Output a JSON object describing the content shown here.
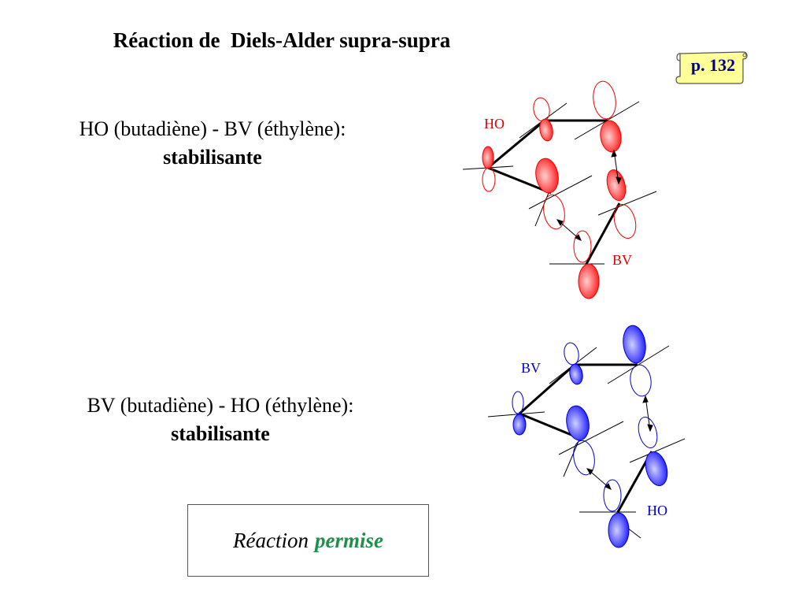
{
  "title": "Réaction de  Diels-Alder supra-supra",
  "page_ref": "p. 132",
  "case_top": {
    "line1": "HO (butadiène) - BV (éthylène):",
    "line2": "stabilisante",
    "label_diene": "HO",
    "label_dienophile": "BV"
  },
  "case_bottom": {
    "line1": "BV (butadiène) - HO (éthylène):",
    "line2": "stabilisante",
    "label_diene": "BV",
    "label_dienophile": "HO"
  },
  "result": {
    "word": "Réaction",
    "verdict": "permise"
  },
  "colors": {
    "top_orbitals": "#ff0000",
    "bottom_orbitals": "#0000ff",
    "verdict": "#1f8f4a",
    "page_ref_bg": "#ffff99"
  }
}
